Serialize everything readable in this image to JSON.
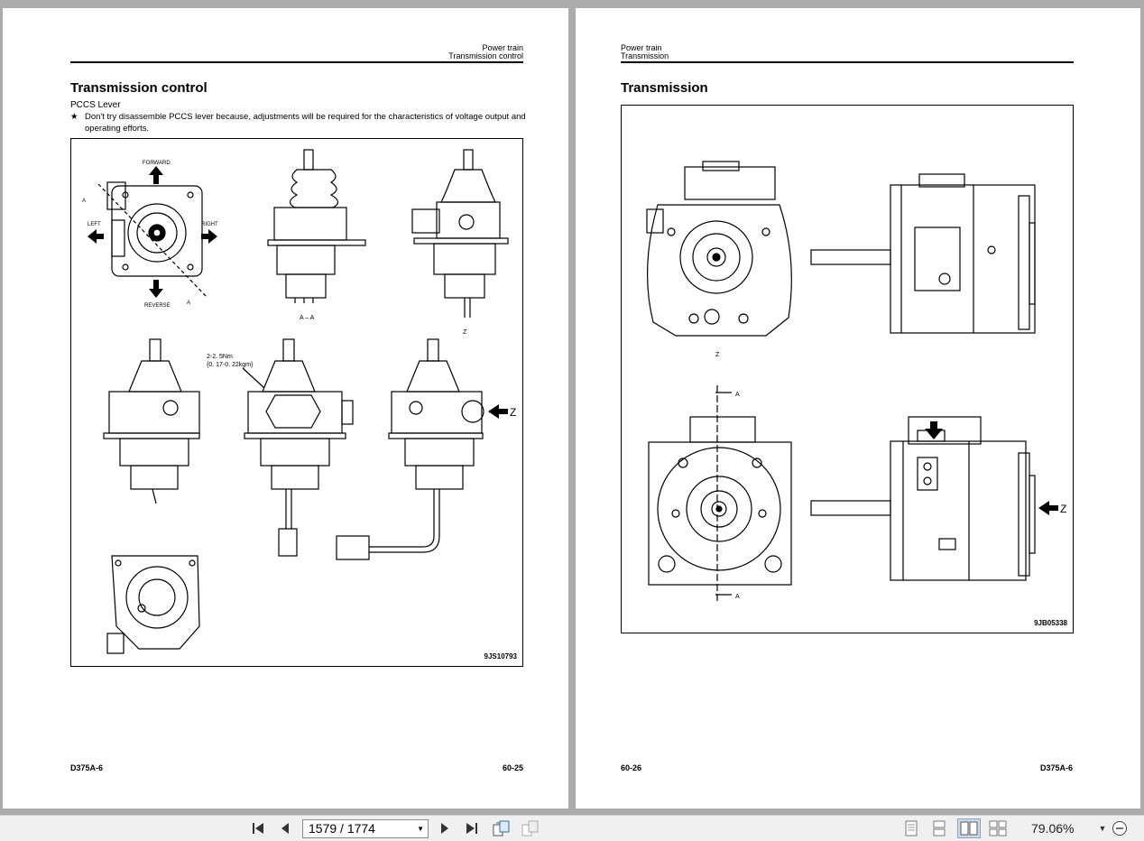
{
  "left_page": {
    "header": {
      "section": "Power train",
      "subsection": "Transmission control"
    },
    "title": "Transmission control",
    "subtitle": "PCCS Lever",
    "note_symbol": "★",
    "note_text": "Don't try disassemble PCCS lever because, adjustments will be required for the characteristics of voltage output and operating efforts.",
    "figure": {
      "labels": {
        "forward": "FORWARD",
        "left": "LEFT",
        "right": "RIGHT",
        "reverse": "REVERSE",
        "a1": "A",
        "a2": "A",
        "section": "A – A",
        "view_z": "Z",
        "torque1": "2-2. 5Nm",
        "torque2": "{0. 17-0. 22kgm}",
        "arrow_z": "Z"
      },
      "code": "9JS10793"
    },
    "footer": {
      "model": "D375A-6",
      "page": "60-25"
    }
  },
  "right_page": {
    "header": {
      "section": "Power train",
      "subsection": "Transmission"
    },
    "title": "Transmission",
    "figure": {
      "labels": {
        "view_z": "Z",
        "a_top": "A",
        "a_bottom": "A",
        "arrow_z": "Z"
      },
      "code": "9JB05338"
    },
    "footer": {
      "page": "60-26",
      "model": "D375A-6"
    }
  },
  "toolbar": {
    "current_page": "1579",
    "separator": "/",
    "total_pages": "1774",
    "zoom": "79.06%",
    "icons": [
      "first-page-icon",
      "prev-page-icon",
      "next-page-icon",
      "last-page-icon",
      "rotate-icon",
      "copy-icon",
      "single-page-icon",
      "continuous-icon",
      "two-page-icon",
      "two-page-continuous-icon",
      "zoom-dropdown-icon",
      "zoom-out-icon"
    ]
  }
}
